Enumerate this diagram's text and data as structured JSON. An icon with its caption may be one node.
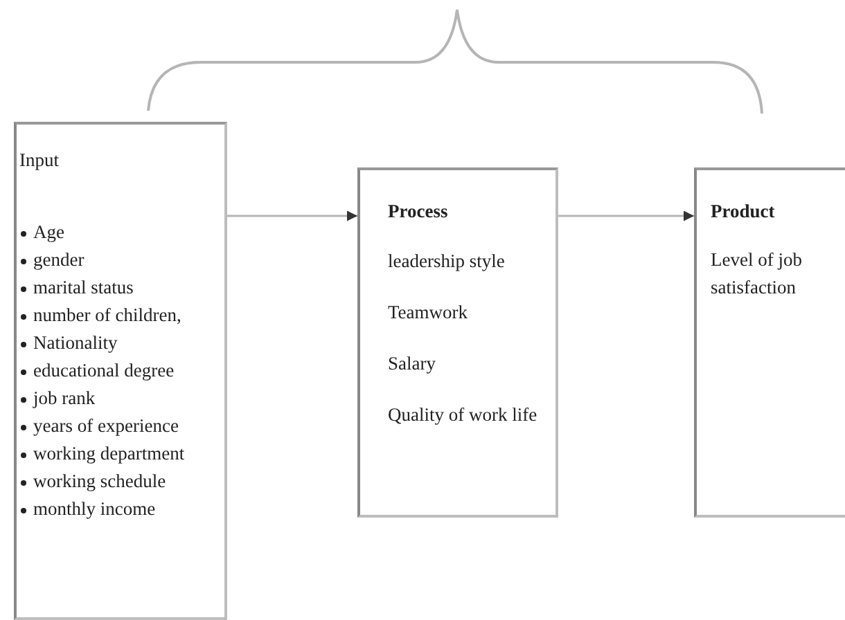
{
  "diagram": {
    "nodes": [
      {
        "text": [
          "Input",
          "Age",
          "gender",
          "marital status",
          "number of children,",
          "Nationality",
          "educational degree",
          "job rank",
          "years of experience",
          "working department",
          "working schedule",
          "monthly income"
        ]
      },
      {
        "text": [
          "Process",
          "leadership style",
          "Teamwork",
          "Salary",
          "Quality of work life"
        ]
      },
      {
        "text": [
          "Product",
          "Level of job satisfaction"
        ]
      }
    ],
    "edges": [
      {
        "from": 0,
        "to": 1,
        "arrow": "to"
      },
      {
        "from": 1,
        "to": 2,
        "arrow": "to"
      }
    ]
  }
}
